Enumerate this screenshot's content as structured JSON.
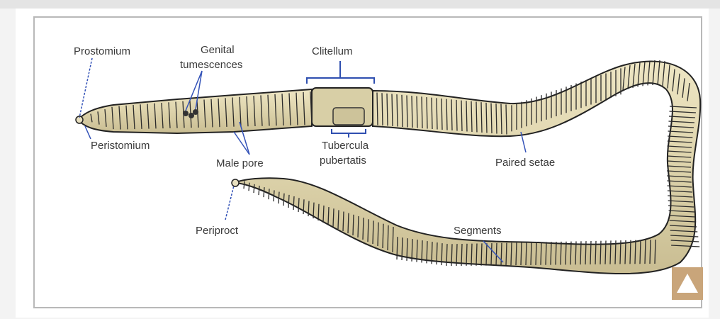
{
  "labels": {
    "prostomium": "Prostomium",
    "genital_1": "Genital",
    "genital_2": "tumescences",
    "clitellum": "Clitellum",
    "peristomium": "Peristomium",
    "male_pore": "Male pore",
    "tubercula_1": "Tubercula",
    "tubercula_2": "pubertatis",
    "paired_setae": "Paired setae",
    "periproct": "Periproct",
    "segments": "Segments"
  },
  "colors": {
    "worm_fill": "#ddd3ab",
    "worm_stroke": "#222222",
    "clitellum_fill": "#d8cfa6",
    "bracket": "#2f4fb0",
    "leader": "#3352b8",
    "button": "#c9a57a"
  },
  "icons": {
    "scroll_button": "up-triangle-icon"
  }
}
